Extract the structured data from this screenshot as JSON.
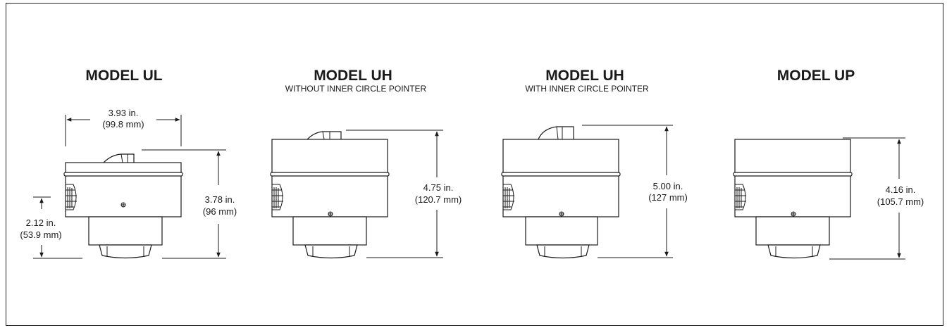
{
  "models": [
    {
      "title": "MODEL UL",
      "subtitle": "",
      "width_dim": {
        "inches": "3.93 in.",
        "mm": "(99.8 mm)"
      },
      "height_dim": {
        "inches": "3.78 in.",
        "mm": "(96 mm)"
      },
      "side_dim": {
        "inches": "2.12 in.",
        "mm": "(53.9 mm)"
      }
    },
    {
      "title": "MODEL UH",
      "subtitle": "WITHOUT INNER CIRCLE POINTER",
      "height_dim": {
        "inches": "4.75 in.",
        "mm": "(120.7 mm)"
      }
    },
    {
      "title": "MODEL UH",
      "subtitle": "WITH INNER CIRCLE POINTER",
      "height_dim": {
        "inches": "5.00 in.",
        "mm": "(127 mm)"
      }
    },
    {
      "title": "MODEL UP",
      "subtitle": "",
      "height_dim": {
        "inches": "4.16 in.",
        "mm": "(105.7 mm)"
      }
    }
  ]
}
